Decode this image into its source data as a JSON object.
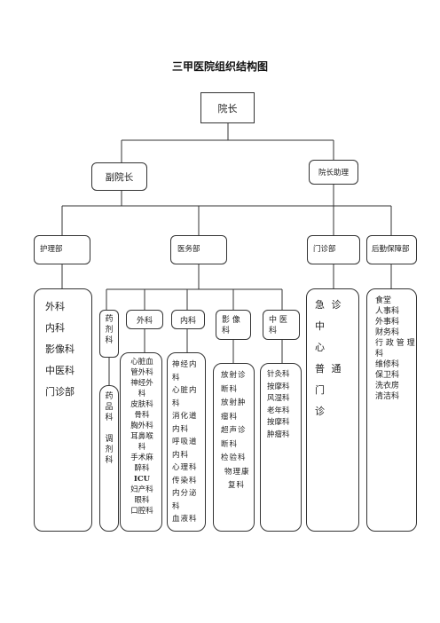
{
  "title": "三甲医院组织结构图",
  "top": {
    "president": "院长",
    "vice_president": "副院长",
    "president_assistant": "院长助理"
  },
  "departments": {
    "nursing": "护理部",
    "medical": "医务部",
    "outpatient": "门诊部",
    "logistics": "后勤保障部"
  },
  "nursing_list": [
    "外科",
    "内科",
    "影像科",
    "中医科",
    "门诊部"
  ],
  "pharmacy": {
    "header": "药\n剂\n科",
    "body": "药\n品\n科\n\n调\n剂\n科"
  },
  "surgery": {
    "header": "外科",
    "items": [
      "心脏血",
      "管外科",
      "神经外",
      "科",
      "皮肤科",
      "骨科",
      "胸外科",
      "耳鼻喉",
      "科",
      "手术麻",
      "醉科",
      "ICU",
      "妇产科",
      "眼科",
      "口腔科"
    ]
  },
  "internal": {
    "header": "内科",
    "items": [
      "神经内",
      "科",
      "心脏内",
      "科",
      "消化道",
      "内科",
      "呼吸道",
      "内科",
      "心理科",
      "传染科",
      "内分泌",
      "科",
      "血液科"
    ]
  },
  "imaging": {
    "header": "影 像\n科",
    "items": [
      "放射诊",
      "断科",
      "放射肿",
      "瘤科",
      "超声诊",
      "断科",
      "检验科",
      "物理康",
      "复科"
    ]
  },
  "tcm": {
    "header": "中 医\n科",
    "items": [
      "针灸科",
      "按摩科",
      "风湿科",
      "老年科",
      "按摩科",
      "肿瘤科"
    ]
  },
  "outpatient_list": [
    "急 诊 中",
    "心",
    "普 通 门",
    "诊"
  ],
  "logistics_list": [
    "食堂",
    "人事科",
    "外事科",
    "财务科",
    "行 政 管 理",
    "科",
    "维修科",
    "保卫科",
    "洗衣房",
    "清洁科"
  ]
}
